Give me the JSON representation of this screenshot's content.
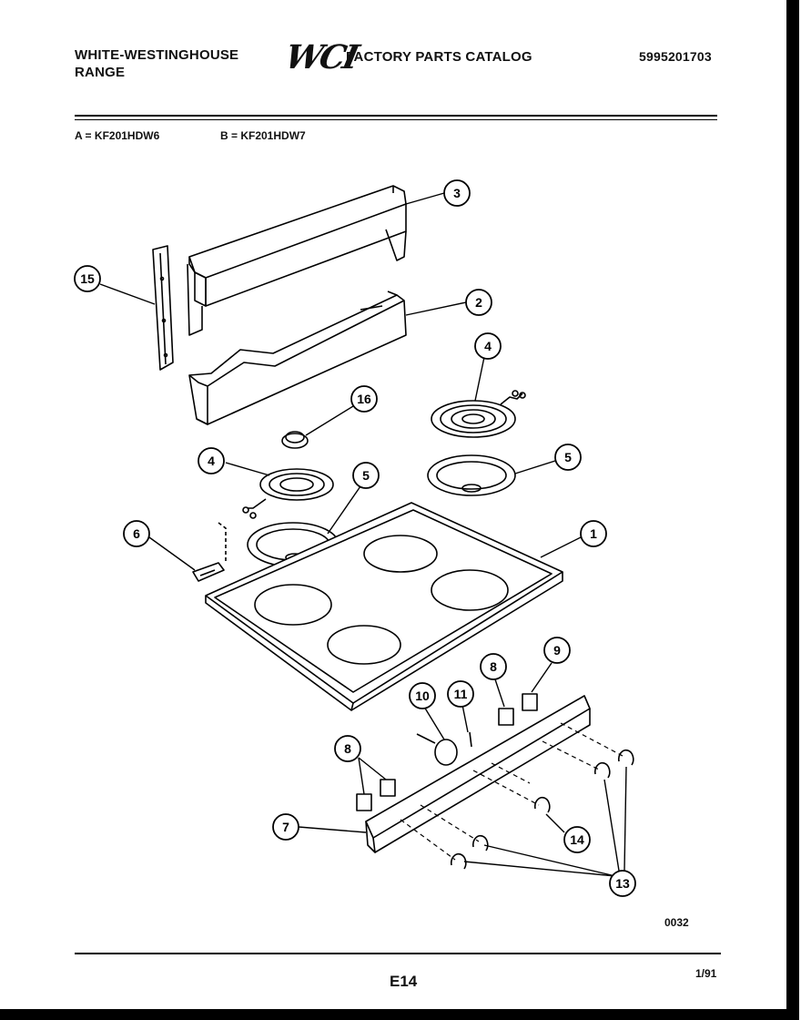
{
  "header": {
    "brand_line1": "WHITE-WESTINGHOUSE",
    "brand_line2": "RANGE",
    "logo": "WCI",
    "catalog_title": "FACTORY PARTS CATALOG",
    "catalog_number": "5995201703"
  },
  "models": {
    "a": "A = KF201HDW6",
    "b": "B = KF201HDW7"
  },
  "callouts": [
    "1",
    "2",
    "3",
    "4",
    "4",
    "5",
    "5",
    "6",
    "7",
    "8",
    "8",
    "9",
    "10",
    "11",
    "13",
    "14",
    "15",
    "16"
  ],
  "footer": {
    "drawing_code": "0032",
    "page": "E14",
    "date": "1/91"
  }
}
